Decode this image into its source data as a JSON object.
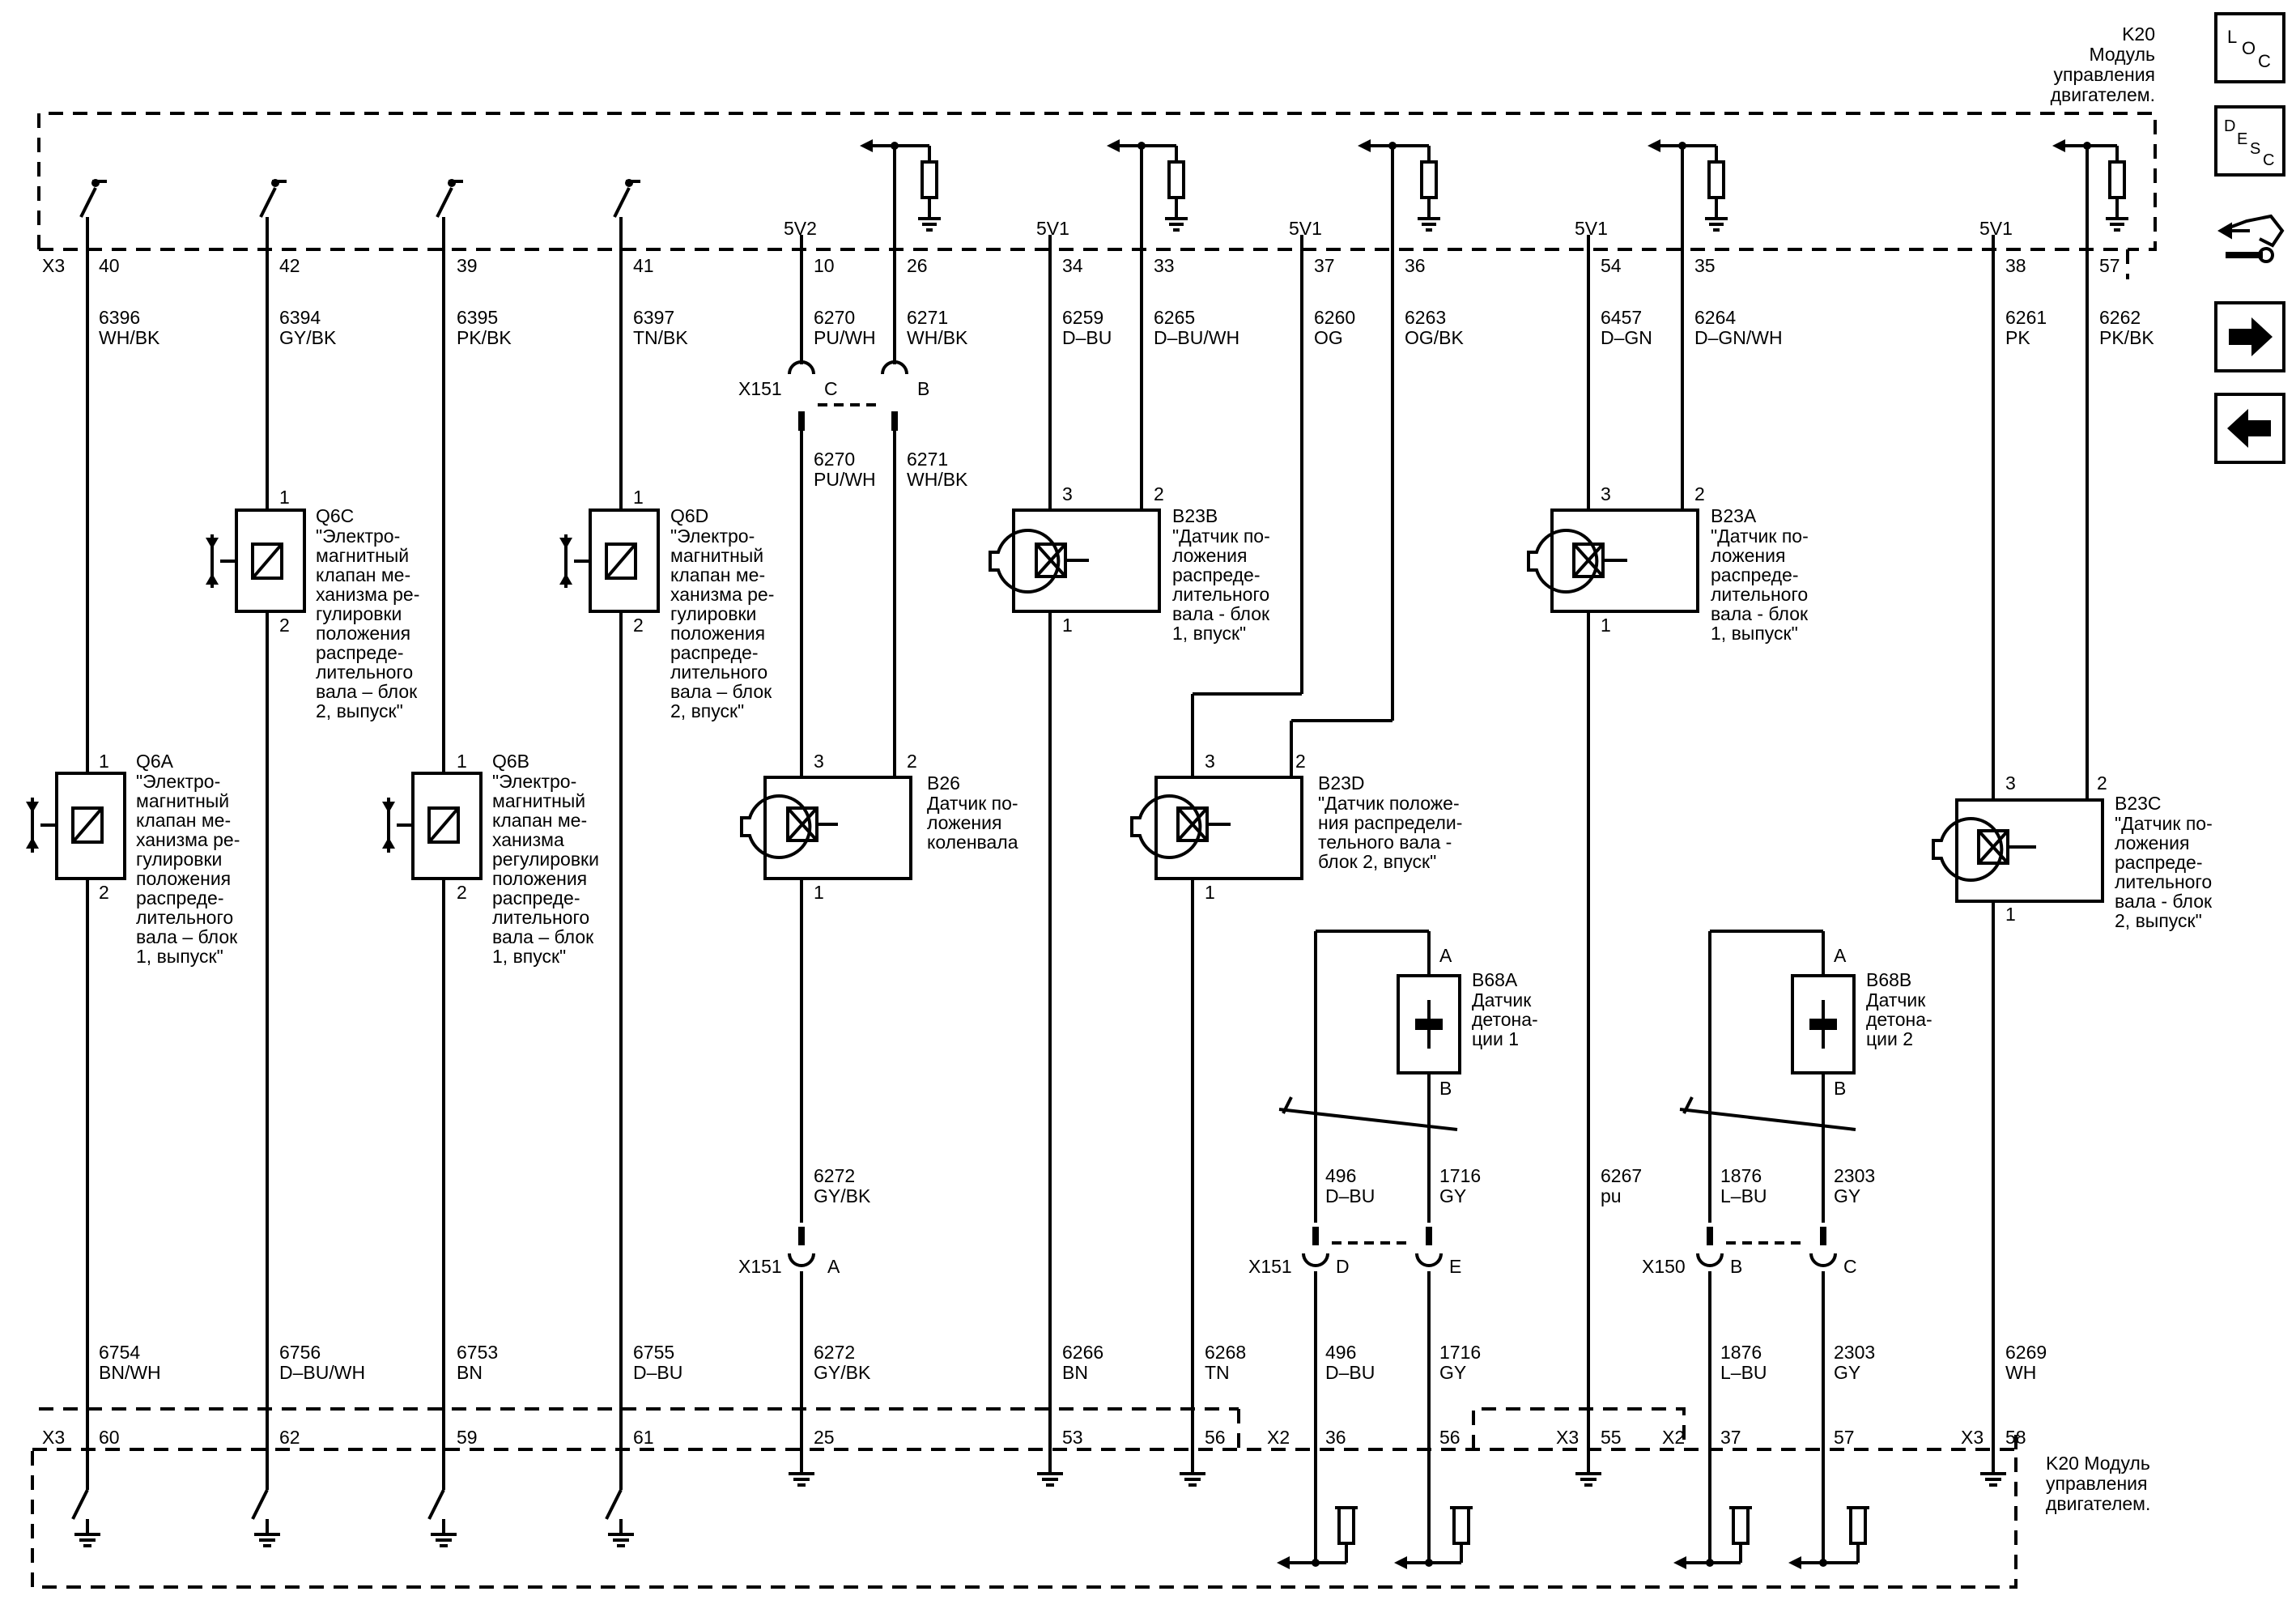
{
  "module": {
    "top_label": [
      "K20",
      "Модуль",
      "управления",
      "двигателем."
    ],
    "bottom_label": [
      "K20 Модуль",
      "управления",
      "двигателем."
    ]
  },
  "connectors": {
    "x3": "X3",
    "x2": "X2",
    "x151": "X151",
    "x150": "X150"
  },
  "top_pins": [
    "40",
    "42",
    "39",
    "41",
    "10",
    "26",
    "34",
    "33",
    "37",
    "36",
    "54",
    "35",
    "38",
    "57"
  ],
  "bottom_pins": [
    "60",
    "62",
    "59",
    "61",
    "25",
    "53",
    "56",
    "36",
    "56",
    "55",
    "37",
    "57",
    "58"
  ],
  "refs": {
    "v52": "5V2",
    "v51": "5V1"
  },
  "wires_top": [
    {
      "num": "6396",
      "color": "WH/BK"
    },
    {
      "num": "6394",
      "color": "GY/BK"
    },
    {
      "num": "6395",
      "color": "PK/BK"
    },
    {
      "num": "6397",
      "color": "TN/BK"
    },
    {
      "num": "6270",
      "color": "PU/WH"
    },
    {
      "num": "6271",
      "color": "WH/BK"
    },
    {
      "num": "6259",
      "color": "D–BU"
    },
    {
      "num": "6265",
      "color": "D–BU/WH"
    },
    {
      "num": "6260",
      "color": "OG"
    },
    {
      "num": "6263",
      "color": "OG/BK"
    },
    {
      "num": "6457",
      "color": "D–GN"
    },
    {
      "num": "6264",
      "color": "D–GN/WH"
    },
    {
      "num": "6261",
      "color": "PK"
    },
    {
      "num": "6262",
      "color": "PK/BK"
    }
  ],
  "wires_mid": [
    {
      "num": "6270",
      "color": "PU/WH"
    },
    {
      "num": "6271",
      "color": "WH/BK"
    },
    {
      "num": "6272",
      "color": "GY/BK"
    },
    {
      "num": "496",
      "color": "D–BU"
    },
    {
      "num": "1716",
      "color": "GY"
    },
    {
      "num": "6267",
      "color": "pu"
    },
    {
      "num": "1876",
      "color": "L–BU"
    },
    {
      "num": "2303",
      "color": "GY"
    }
  ],
  "wires_bottom": [
    {
      "num": "6754",
      "color": "BN/WH"
    },
    {
      "num": "6756",
      "color": "D–BU/WH"
    },
    {
      "num": "6753",
      "color": "BN"
    },
    {
      "num": "6755",
      "color": "D–BU"
    },
    {
      "num": "6272",
      "color": "GY/BK"
    },
    {
      "num": "6266",
      "color": "BN"
    },
    {
      "num": "6268",
      "color": "TN"
    },
    {
      "num": "496",
      "color": "D–BU"
    },
    {
      "num": "1716",
      "color": "GY"
    },
    {
      "num": "6269",
      "color": "WH"
    },
    {
      "num": "1876",
      "color": "L–BU"
    },
    {
      "num": "2303",
      "color": "GY"
    }
  ],
  "inline_pins": {
    "c": "C",
    "b": "B",
    "a": "A",
    "d": "D",
    "e": "E"
  },
  "comp_pins": {
    "p1": "1",
    "p2": "2",
    "p3": "3",
    "pa": "A",
    "pb": "B"
  },
  "components": {
    "q6a": {
      "id": "Q6A",
      "desc": [
        "\"Электро-",
        "магнитный",
        "клапан ме-",
        "ханизма ре-",
        "гулировки",
        "положения",
        "распреде-",
        "лительного",
        "вала – блок",
        "1, выпуск\""
      ]
    },
    "q6b": {
      "id": "Q6B",
      "desc": [
        "\"Электро-",
        "магнитный",
        "клапан ме-",
        "ханизма",
        "регулировки",
        "положения",
        "распреде-",
        "лительного",
        "вала – блок",
        "1, впуск\""
      ]
    },
    "q6c": {
      "id": "Q6C",
      "desc": [
        "\"Электро-",
        "магнитный",
        "клапан ме-",
        "ханизма ре-",
        "гулировки",
        "положения",
        "распреде-",
        "лительного",
        "вала – блок",
        "2, выпуск\""
      ]
    },
    "q6d": {
      "id": "Q6D",
      "desc": [
        "\"Электро-",
        "магнитный",
        "клапан ме-",
        "ханизма ре-",
        "гулировки",
        "положения",
        "распреде-",
        "лительного",
        "вала – блок",
        "2, впуск\""
      ]
    },
    "b26": {
      "id": "B26",
      "desc": [
        "Датчик по-",
        "ложения",
        "коленвала"
      ]
    },
    "b23b": {
      "id": "B23B",
      "desc": [
        "\"Датчик по-",
        "ложения",
        "распреде-",
        "лительного",
        "вала - блок",
        "1, впуск\""
      ]
    },
    "b23a": {
      "id": "B23A",
      "desc": [
        "\"Датчик по-",
        "ложения",
        "распреде-",
        "лительного",
        "вала - блок",
        "1, выпуск\""
      ]
    },
    "b23d": {
      "id": "B23D",
      "desc": [
        "\"Датчик положе-",
        "ния распредели-",
        "тельного вала -",
        "блок 2, впуск\""
      ]
    },
    "b23c": {
      "id": "B23C",
      "desc": [
        "\"Датчик по-",
        "ложения",
        "распреде-",
        "лительного",
        "вала - блок",
        "2, выпуск\""
      ]
    },
    "b68a": {
      "id": "B68A",
      "desc": [
        "Датчик",
        "детона-",
        "ции 1"
      ]
    },
    "b68b": {
      "id": "B68B",
      "desc": [
        "Датчик",
        "детона-",
        "ции 2"
      ]
    }
  },
  "nav": {
    "loc": [
      "L",
      "O",
      "C"
    ],
    "desc": [
      "D",
      "E",
      "S",
      "C"
    ],
    "icons": [
      "connector-tool-icon",
      "arrow-right-icon",
      "arrow-left-icon"
    ]
  }
}
